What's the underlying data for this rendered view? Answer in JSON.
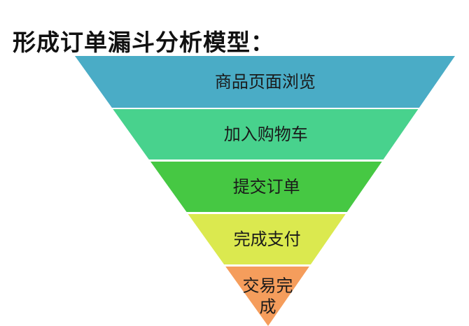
{
  "title": "形成订单漏斗分析模型：",
  "funnel": {
    "stages": [
      {
        "label": "商品页面浏览",
        "color": "#4aacc6"
      },
      {
        "label": "加入购物车",
        "color": "#48d28d"
      },
      {
        "label": "提交订单",
        "color": "#46c843"
      },
      {
        "label": "完成支付",
        "color": "#dbe94f"
      },
      {
        "label": "交易完成",
        "label_lines": [
          "交易完",
          "成"
        ],
        "color": "#f59d5c"
      }
    ]
  }
}
